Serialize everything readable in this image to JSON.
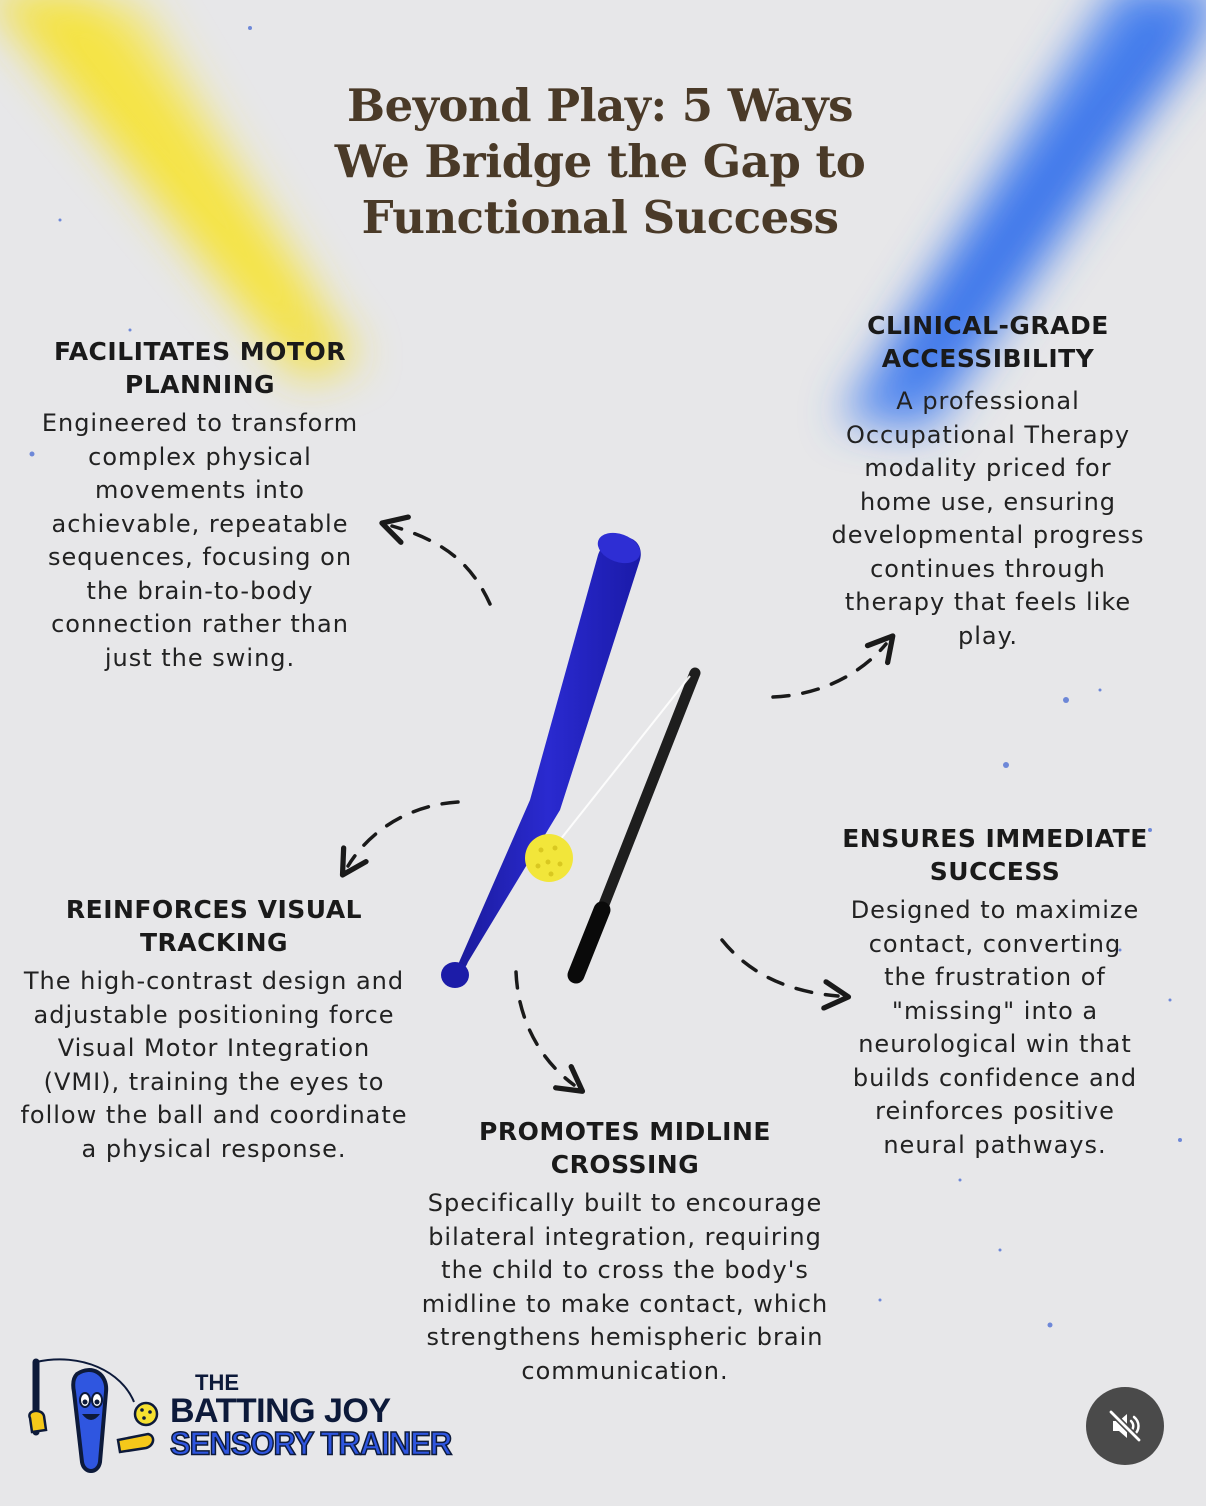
{
  "title": {
    "lines": [
      "Beyond Play: 5 Ways",
      "We Bridge the Gap to",
      "Functional Success"
    ]
  },
  "benefits": [
    {
      "heading": [
        "FACILITATES MOTOR",
        "PLANNING"
      ],
      "body": [
        "Engineered to transform",
        "complex physical",
        "movements into",
        "achievable, repeatable",
        "sequences, focusing on",
        "the brain-to-body",
        "connection rather than",
        "just the swing."
      ]
    },
    {
      "heading": [
        "CLINICAL-GRADE",
        "ACCESSIBILITY"
      ],
      "body": [
        "A professional",
        "Occupational Therapy",
        "modality priced for",
        "home use, ensuring",
        "developmental progress",
        "continues through",
        "therapy that feels like",
        "play."
      ]
    },
    {
      "heading": [
        "REINFORCES VISUAL",
        "TRACKING"
      ],
      "body": [
        "The high-contrast design and",
        "adjustable positioning force",
        "Visual Motor Integration",
        "(VMI), training the eyes to",
        "follow the ball and coordinate",
        "a physical response."
      ]
    },
    {
      "heading": [
        "ENSURES IMMEDIATE",
        "SUCCESS"
      ],
      "body": [
        "Designed to maximize",
        "contact, converting",
        "the frustration of",
        "\"missing\" into a",
        "neurological win that",
        "builds confidence and",
        "reinforces positive",
        "neural pathways."
      ]
    },
    {
      "heading": [
        "PROMOTES MIDLINE",
        "CROSSING"
      ],
      "body": [
        "Specifically built to encourage",
        "bilateral integration, requiring",
        "the child to cross the body's",
        "midline to make contact, which",
        "strengthens hemispheric brain",
        "communication."
      ]
    }
  ],
  "logo": {
    "the": "THE",
    "name": "BATTING JOY",
    "subtitle": "SENSORY TRAINER"
  },
  "colors": {
    "background": "#e7e7e9",
    "title": "#4a3a28",
    "bat": "#2323b8",
    "ball": "#f2e63a",
    "glow_yellow": "#f5e030",
    "glow_blue": "#3a78f0"
  },
  "icons": {
    "mute": "volume-muted-icon"
  }
}
